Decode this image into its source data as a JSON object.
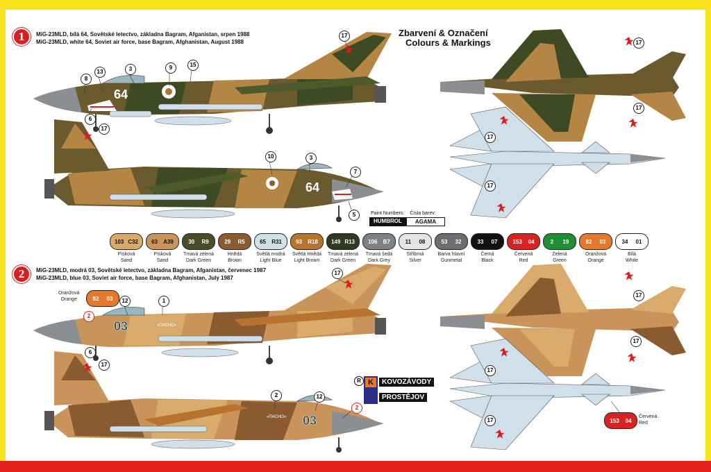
{
  "scheme1": {
    "number": "1",
    "caption_cz": "MiG-23MLD, bílá 64, Sovětské letectvo, základna Bagram, Afganistan, srpen 1988",
    "caption_en": "MiG-23MLD, white 64, Soviet air force, base Bagram, Afghanistan, August 1988",
    "tail_number": "64"
  },
  "scheme2": {
    "number": "2",
    "caption_cz": "MiG-23MLD, modrá 03, Sovětské letectvo, základna Bagram, Afganistan, červenec 1987",
    "caption_en": "MiG-23MLD, blue 03, Soviet air force, base Bagram, Afghanistan, July 1987",
    "tail_number": "03",
    "nose_text": "«ПАСНО»"
  },
  "heading": {
    "cz": "Zbarvení & Označení",
    "en": "Colours & Markings"
  },
  "paint_numbers": {
    "label": "Paint Numbers:",
    "label_cz": "Čísla barev:",
    "brand1": "HUMBROL",
    "brand2": "AGAMA"
  },
  "paints": [
    {
      "h": "103",
      "a": "C32",
      "cz": "Písková",
      "en": "Sand",
      "color": "#d9ab6b",
      "text": "#111"
    },
    {
      "h": "63",
      "a": "A39",
      "cz": "Písková",
      "en": "Sand",
      "color": "#c9945a",
      "text": "#111"
    },
    {
      "h": "30",
      "a": "R9",
      "cz": "Tmavá zelená",
      "en": "Dark Green",
      "color": "#4a4c2c",
      "text": "#fff"
    },
    {
      "h": "29",
      "a": "R5",
      "cz": "Hnědá",
      "en": "Brown",
      "color": "#8a5a30",
      "text": "#fff"
    },
    {
      "h": "65",
      "a": "R31",
      "cz": "Světlá modrá",
      "en": "Light Blue",
      "color": "#cfe0ea",
      "text": "#111"
    },
    {
      "h": "93",
      "a": "R18",
      "cz": "Světlá Hnědá",
      "en": "Light Brown",
      "color": "#b8742e",
      "text": "#fff"
    },
    {
      "h": "149",
      "a": "R13",
      "cz": "Tmavá zelená",
      "en": "Dark Green",
      "color": "#2f3a22",
      "text": "#fff"
    },
    {
      "h": "106",
      "a": "B7",
      "cz": "Tmavá šedá",
      "en": "Dark Grey",
      "color": "#7d8286",
      "text": "#fff"
    },
    {
      "h": "11",
      "a": "08",
      "cz": "Stříbrná",
      "en": "Silver",
      "color": "#e4e4e4",
      "text": "#111"
    },
    {
      "h": "53",
      "a": "32",
      "cz": "Barva hlavní",
      "en": "Gunmetal",
      "color": "#6e6e72",
      "text": "#fff"
    },
    {
      "h": "33",
      "a": "07",
      "cz": "Černá",
      "en": "Black",
      "color": "#111111",
      "text": "#fff"
    },
    {
      "h": "153",
      "a": "04",
      "cz": "Červená",
      "en": "Red",
      "color": "#d92222",
      "text": "#fff"
    },
    {
      "h": "2",
      "a": "19",
      "cz": "Zelená",
      "en": "Green",
      "color": "#1f8f33",
      "text": "#fff"
    },
    {
      "h": "82",
      "a": "03",
      "cz": "Oranžová",
      "en": "Orange",
      "color": "#e6782a",
      "text": "#fff"
    },
    {
      "h": "34",
      "a": "01",
      "cz": "Bílá",
      "en": "White",
      "color": "#ffffff",
      "text": "#111"
    }
  ],
  "side_marks": {
    "orange": {
      "cz": "Oranžová",
      "en": "Orange",
      "h": "82",
      "a": "03"
    },
    "red": {
      "cz": "Červená",
      "en": "Red",
      "h": "153",
      "a": "04"
    }
  },
  "logo": {
    "mark": "R",
    "line1": "KOVOZÁVODY",
    "line2": "PROSTĚJOV"
  },
  "callouts": [
    "17",
    "13",
    "3",
    "9",
    "15",
    "8",
    "6",
    "10",
    "7",
    "5",
    "12",
    "1",
    "2"
  ],
  "colors": {
    "frame_yellow": "#f7e21b",
    "frame_red": "#e32119",
    "star_red": "#d81e1e"
  }
}
